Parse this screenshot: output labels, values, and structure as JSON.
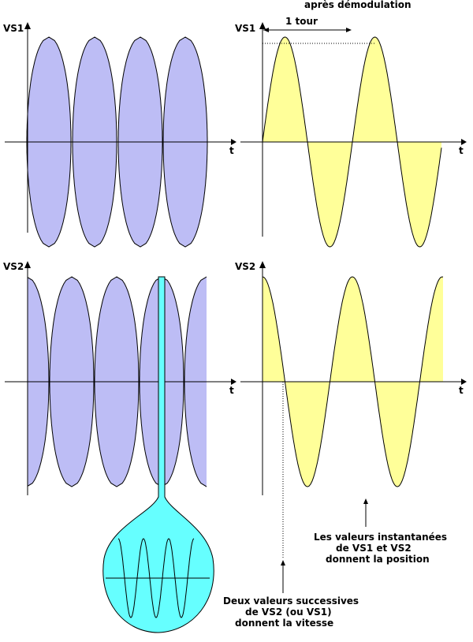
{
  "header": {
    "title": "après démodulation"
  },
  "panels": {
    "top_left": {
      "y_label": "VS1",
      "x_label": "t"
    },
    "top_right": {
      "y_label": "VS1",
      "x_label": "t",
      "period_label": "1 tour"
    },
    "bottom_left": {
      "y_label": "VS2",
      "x_label": "t"
    },
    "bottom_right": {
      "y_label": "VS2",
      "x_label": "t"
    }
  },
  "notes": {
    "position": [
      "Les valeurs instantanées",
      "de VS1 et VS2",
      "donnent la position"
    ],
    "speed": [
      "Deux valeurs successives",
      "de VS2 (ou VS1)",
      "donnent la vitesse"
    ]
  },
  "colors": {
    "modulated_fill": "#bdbdf5",
    "demodulated_fill": "#ffff99",
    "zoom_fill": "#66ffff",
    "stroke": "#000000"
  }
}
